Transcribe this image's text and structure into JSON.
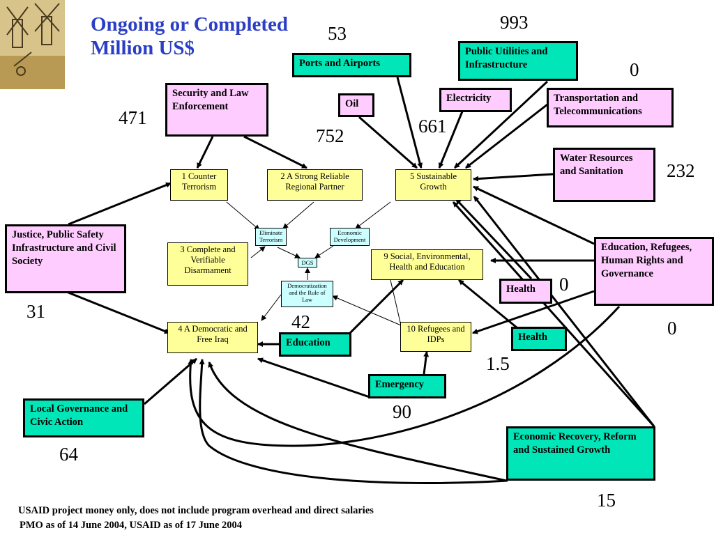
{
  "title": {
    "line1": "Ongoing or Completed",
    "line2": "Million US$"
  },
  "boxes": {
    "security": "Security and Law Enforcement",
    "ports": "Ports and Airports",
    "oil": "Oil",
    "public_utilities": "Public Utilities and Infrastructure",
    "electricity": "Electricity",
    "transportation": "Transportation and Telecommunications",
    "water": "Water Resources and Sanitation",
    "justice": "Justice, Public Safety Infrastructure and Civil Society",
    "education_refugees": "Education, Refugees, Human Rights and Governance",
    "health_1": "Health",
    "health_2": "Health",
    "education": "Education",
    "emergency": "Emergency",
    "local_gov": "Local Governance and Civic Action",
    "econ_recovery": "Economic Recovery, Reform and Sustained Growth"
  },
  "goals": {
    "g1": "1 Counter Terrorism",
    "g2": "2 A Strong Reliable Regional Partner",
    "g3": "3 Complete and Verifiable Disarmament",
    "g4": "4 A Democratic and Free Iraq",
    "g5": "5 Sustainable Growth",
    "g9": "9 Social, Environmental, Health and Education",
    "g10": "10 Refugees and IDPs"
  },
  "sub": {
    "eliminate": "Eliminate Terrorism",
    "economic": "Economic Development",
    "dgs": "DGS",
    "democratization": "Democratization and the Rule of Law"
  },
  "values": {
    "ports": "53",
    "public_utilities": "993",
    "transportation": "0",
    "security": "471",
    "oil": "752",
    "electricity": "661",
    "water": "232",
    "justice": "31",
    "health_1": "0",
    "education_refugees": "0",
    "education": "42",
    "health_2": "1.5",
    "emergency": "90",
    "local_gov": "64",
    "econ_recovery": "15"
  },
  "footer": {
    "line1": "USAID project money only, does not include program overhead and direct salaries",
    "line2": "PMO as of 14 June 2004, USAID as of 17 June 2004"
  },
  "colors": {
    "title": "#2b3fc4",
    "pink": "#ffccff",
    "teal": "#00e6b8",
    "goal": "#ffff99",
    "sub": "#ccffff"
  }
}
